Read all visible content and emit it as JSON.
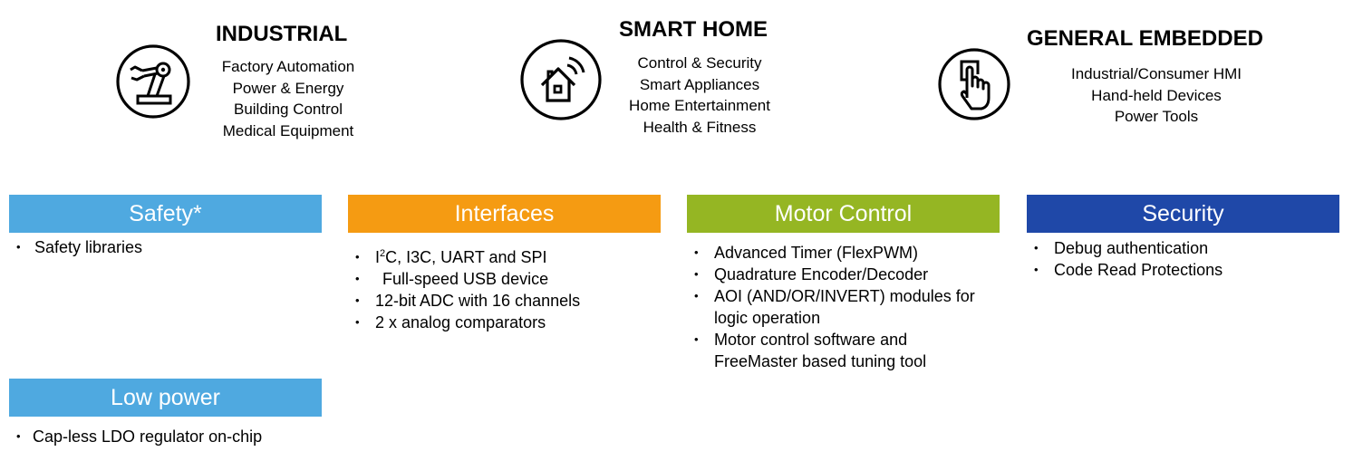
{
  "markets": [
    {
      "id": "industrial",
      "title": "INDUSTRIAL",
      "icon": "robot-arm-icon",
      "items": [
        "Factory Automation",
        "Power & Energy",
        "Building Control",
        "Medical Equipment"
      ]
    },
    {
      "id": "smart-home",
      "title": "SMART HOME",
      "icon": "smart-house-icon",
      "items": [
        "Control & Security",
        "Smart Appliances",
        "Home Entertainment",
        "Health & Fitness"
      ]
    },
    {
      "id": "general-embedded",
      "title": "GENERAL EMBEDDED",
      "icon": "touch-hand-icon",
      "items": [
        "Industrial/Consumer HMI",
        "Hand-held Devices",
        "Power Tools"
      ]
    }
  ],
  "features": [
    {
      "id": "safety",
      "title": "Safety*",
      "color": "#4FA9E0",
      "items": [
        "Safety libraries"
      ]
    },
    {
      "id": "interfaces",
      "title": "Interfaces",
      "color": "#F59B12",
      "items": [
        "I²C, I3C, UART and SPI",
        " Full-speed USB device",
        "12-bit ADC with 16 channels",
        "2 x analog comparators"
      ]
    },
    {
      "id": "motor-control",
      "title": "Motor Control",
      "color": "#95B623",
      "items": [
        "Advanced Timer (FlexPWM)",
        "Quadrature Encoder/Decoder",
        "AOI (AND/OR/INVERT) modules for logic operation",
        "Motor control software and FreeMaster based tuning tool"
      ]
    },
    {
      "id": "security",
      "title": "Security",
      "color": "#1F48A8",
      "items": [
        "Debug authentication",
        "Code Read Protections"
      ]
    },
    {
      "id": "low-power",
      "title": "Low power",
      "color": "#4FA9E0",
      "items": [
        "Cap-less LDO regulator on-chip"
      ]
    }
  ]
}
